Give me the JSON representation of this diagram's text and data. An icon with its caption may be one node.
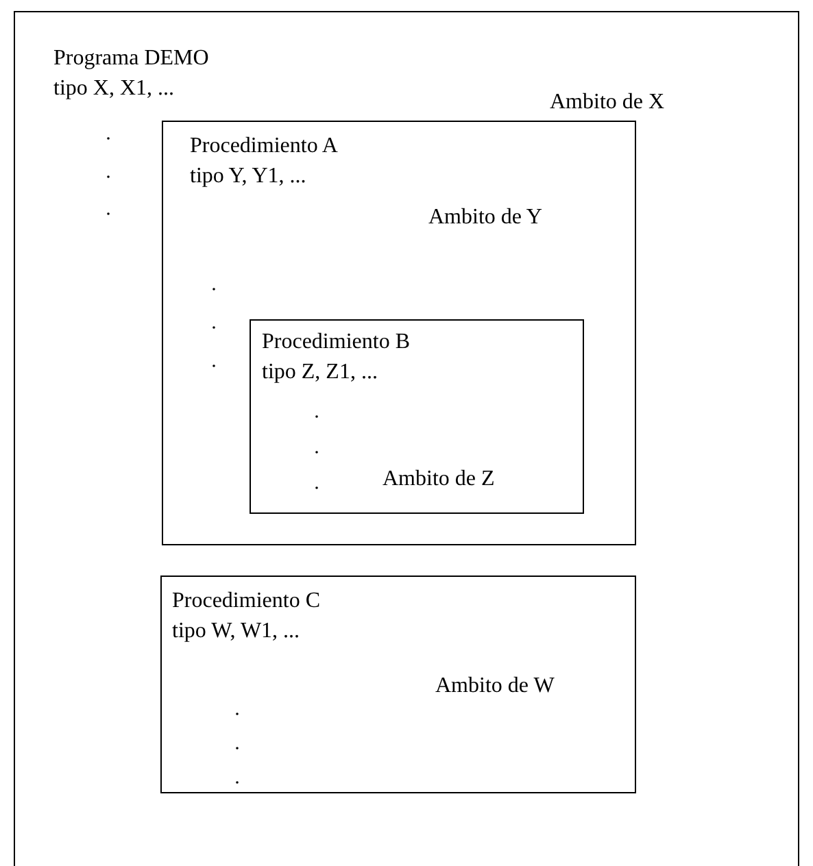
{
  "diagram": {
    "nodes": [
      {
        "text": [
          "Programa DEMO",
          "tipo X, X1, ...",
          "Ambito de X"
        ]
      },
      {
        "text": [
          "Procedimiento A",
          "tipo Y, Y1, ...",
          "Ambito de Y"
        ],
        "in": 0
      },
      {
        "text": [
          "Procedimiento B",
          "tipo Z, Z1, ...",
          "Ambito de Z"
        ],
        "in": 1
      },
      {
        "text": [
          "Procedimiento C",
          "tipo W, W1, ...",
          "Ambito de W"
        ],
        "in": 0
      }
    ]
  }
}
